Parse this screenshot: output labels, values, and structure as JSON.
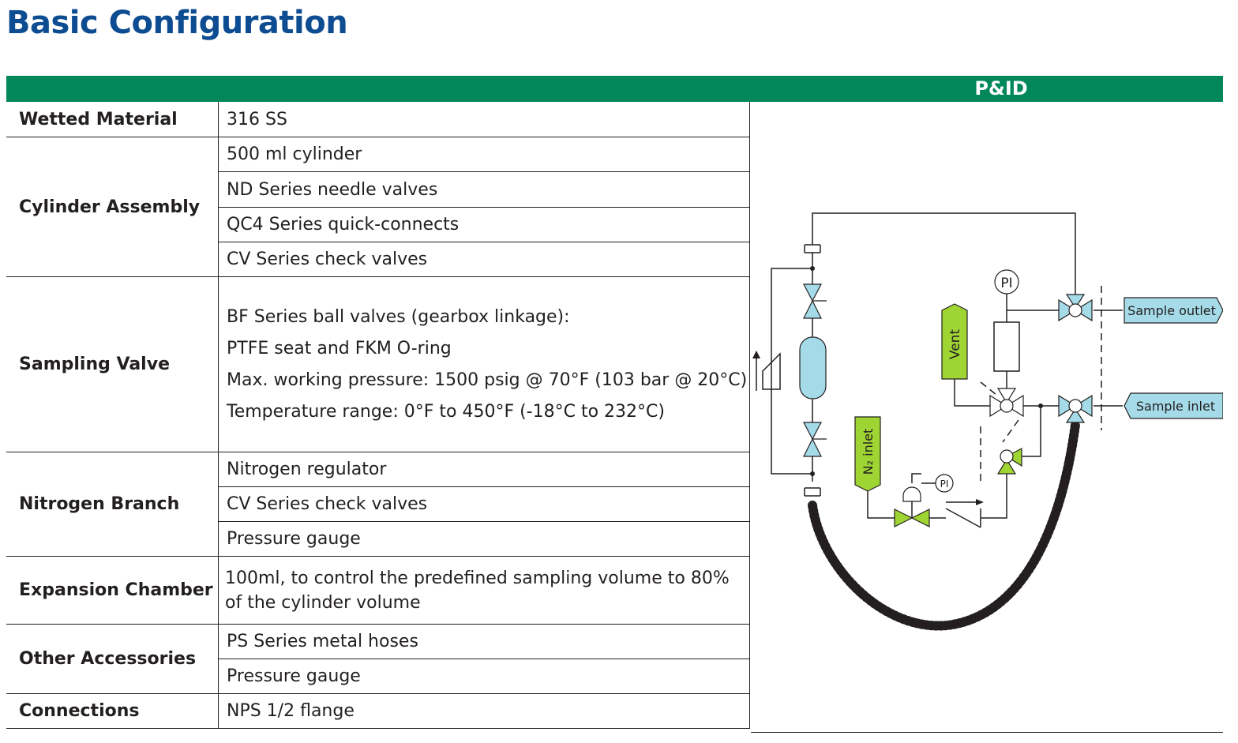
{
  "page": {
    "title": "Basic Configuration"
  },
  "header": {
    "pid_title": "P&ID"
  },
  "spec_rows": [
    {
      "label": "Wetted Material",
      "values": [
        "316 SS"
      ]
    },
    {
      "label": "Cylinder Assembly",
      "values": [
        "500 ml cylinder",
        "ND Series needle valves",
        "QC4 Series quick-connects",
        "CV Series check valves"
      ]
    },
    {
      "label": "Sampling Valve",
      "values": [
        "BF Series ball valves (gearbox linkage):",
        "PTFE seat and FKM O-ring",
        "Max. working pressure: 1500 psig @ 70°F (103 bar @ 20°C)",
        "Temperature range: 0°F to 450°F (-18°C to 232°C)"
      ]
    },
    {
      "label": "Nitrogen Branch",
      "values": [
        "Nitrogen regulator",
        "CV Series check valves",
        "Pressure gauge"
      ]
    },
    {
      "label": "Expansion Chamber",
      "values": [
        "100ml, to control the predefined sampling volume to 80% of the cylinder volume"
      ]
    },
    {
      "label": "Other Accessories",
      "values": [
        "PS Series metal hoses",
        "Pressure gauge"
      ]
    },
    {
      "label": "Connections",
      "values": [
        "NPS 1/2 flange"
      ]
    }
  ],
  "pid": {
    "labels": {
      "sample_outlet": "Sample outlet",
      "sample_inlet": "Sample inlet",
      "vent": "Vent",
      "n2_inlet": "N₂ inlet",
      "pi_top": "PI",
      "pi_regulator": "PI"
    },
    "colors": {
      "header_green": "#00875a",
      "title_blue": "#0e4c92",
      "valve_blue": "#a5dbe8",
      "nitrogen_green": "#9fd533"
    }
  }
}
